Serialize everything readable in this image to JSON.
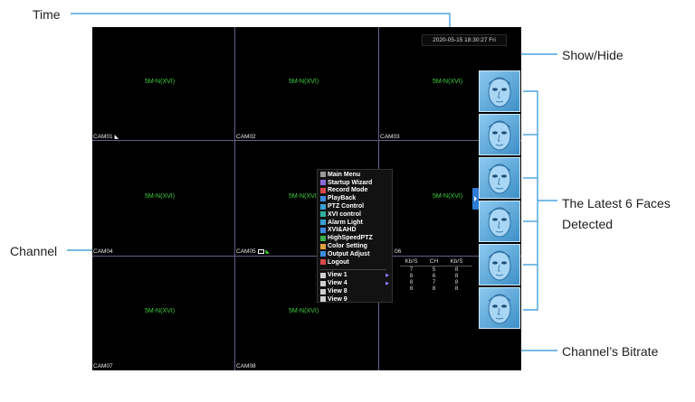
{
  "callouts": {
    "time": "Time",
    "show_hide": "Show/Hide",
    "faces_line1": "The Latest 6 Faces",
    "faces_line2": "Detected",
    "channel": "Channel",
    "bitrate": "Channel’s Bitrate"
  },
  "screen": {
    "timestamp": "2020-05-15 18:30:27 Fri",
    "resolution_label": "5M-N(XVI)",
    "cameras": [
      "CAM01",
      "CAM02",
      "CAM03",
      "CAM04",
      "CAM05",
      "06",
      "CAM07",
      "CAM08"
    ]
  },
  "menu": {
    "items": [
      {
        "label": "Main Menu",
        "icon": "home-icon",
        "color": "#9a9a9a"
      },
      {
        "label": "Startup Wizard",
        "icon": "wizard-icon",
        "color": "#8a6bd8"
      },
      {
        "label": "Record Mode",
        "icon": "record-icon",
        "color": "#d84a4a"
      },
      {
        "label": "PlayBack",
        "icon": "playback-icon",
        "color": "#3c8be0"
      },
      {
        "label": "PTZ Control",
        "icon": "ptz-icon",
        "color": "#3ca0d8"
      },
      {
        "label": "XVI control",
        "icon": "xvi-icon",
        "color": "#2fb0a0"
      },
      {
        "label": "Alarm Light",
        "icon": "alarm-light-icon",
        "color": "#3ca0d8"
      },
      {
        "label": "XVI&AHD",
        "icon": "xvi-ahd-icon",
        "color": "#3c8be0"
      },
      {
        "label": "HighSpeedPTZ",
        "icon": "high-speed-ptz-icon",
        "color": "#3cb04a"
      },
      {
        "label": "Color Setting",
        "icon": "color-icon",
        "color": "#e0a03c"
      },
      {
        "label": "Output Adjust",
        "icon": "output-icon",
        "color": "#3c8be0"
      },
      {
        "label": "Logout",
        "icon": "logout-icon",
        "color": "#d84a4a"
      }
    ],
    "views": [
      {
        "label": "View 1",
        "icon": "view-1-icon",
        "arrow": "▶"
      },
      {
        "label": "View 4",
        "icon": "view-4-icon",
        "arrow": "▶"
      },
      {
        "label": "View 8",
        "icon": "view-8-icon",
        "arrow": ""
      },
      {
        "label": "View 9",
        "icon": "view-9-icon",
        "arrow": ""
      }
    ]
  },
  "bitrate": {
    "headers": [
      "Kb/S",
      "CH",
      "Kb/S"
    ],
    "rows": [
      [
        "7",
        "5",
        "8"
      ],
      [
        "8",
        "6",
        "8"
      ],
      [
        "8",
        "7",
        "8"
      ],
      [
        "8",
        "8",
        "8"
      ]
    ]
  },
  "colors": {
    "grid_line": "#6a5c8a",
    "resolution_text": "#3dd23d",
    "toggle": "#2f7bd6",
    "face_tile": "#5ea9dc"
  }
}
